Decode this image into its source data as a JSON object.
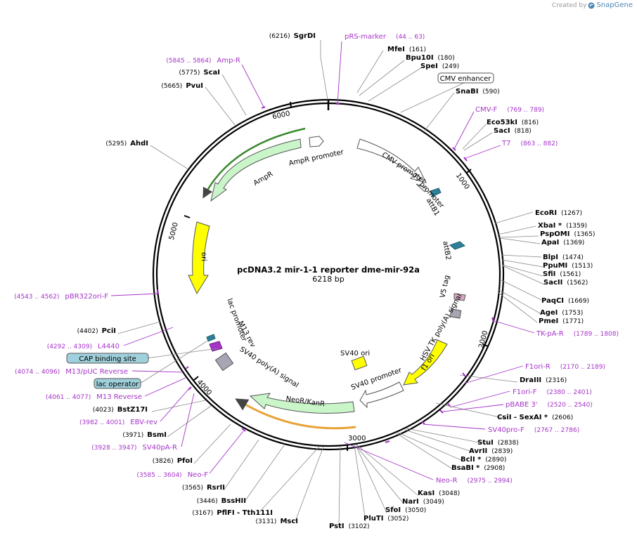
{
  "credit": {
    "prefix": "Created by",
    "brand": "SnapGene"
  },
  "plasmid": {
    "name": "pcDNA3.2 mir-1-1 reporter dme-mir-92a",
    "size": "6218 bp"
  },
  "ticks": [
    "1000",
    "2000",
    "3000",
    "4000",
    "5000",
    "6000"
  ],
  "enzymes": [
    {
      "name": "SgrDI",
      "pos": "(6216)"
    },
    {
      "name": "MfeI",
      "pos": "(161)"
    },
    {
      "name": "Bpu10I",
      "pos": "(180)"
    },
    {
      "name": "SpeI",
      "pos": "(249)"
    },
    {
      "name": "SnaBI",
      "pos": "(590)"
    },
    {
      "name": "Eco53kI",
      "pos": "(816)"
    },
    {
      "name": "SacI",
      "pos": "(818)"
    },
    {
      "name": "EcoRI",
      "pos": "(1267)"
    },
    {
      "name": "XbaI *",
      "pos": "(1359)"
    },
    {
      "name": "PspOMI",
      "pos": "(1365)"
    },
    {
      "name": "ApaI",
      "pos": "(1369)"
    },
    {
      "name": "BlpI",
      "pos": "(1474)"
    },
    {
      "name": "PpuMI",
      "pos": "(1513)"
    },
    {
      "name": "SfiI",
      "pos": "(1561)"
    },
    {
      "name": "SacII",
      "pos": "(1562)"
    },
    {
      "name": "PaqCI",
      "pos": "(1669)"
    },
    {
      "name": "AgeI",
      "pos": "(1753)"
    },
    {
      "name": "PmeI",
      "pos": "(1771)"
    },
    {
      "name": "DraIII",
      "pos": "(2316)"
    },
    {
      "name": "CsiI  - SexAI *",
      "pos": "(2606)"
    },
    {
      "name": "StuI",
      "pos": "(2838)"
    },
    {
      "name": "AvrII",
      "pos": "(2839)"
    },
    {
      "name": "BclI *",
      "pos": "(2890)"
    },
    {
      "name": "BsaBI *",
      "pos": "(2908)"
    },
    {
      "name": "KasI",
      "pos": "(3048)"
    },
    {
      "name": "NarI",
      "pos": "(3049)"
    },
    {
      "name": "SfoI",
      "pos": "(3050)"
    },
    {
      "name": "PluTI",
      "pos": "(3052)"
    },
    {
      "name": "PstI",
      "pos": "(3102)"
    },
    {
      "name": "MscI",
      "pos": "(3131)"
    },
    {
      "name": "PflFI  - Tth111I",
      "pos": "(3167)"
    },
    {
      "name": "BssHII",
      "pos": "(3446)"
    },
    {
      "name": "RsrII",
      "pos": "(3565)"
    },
    {
      "name": "PfoI",
      "pos": "(3826)"
    },
    {
      "name": "BsmI",
      "pos": "(3971)"
    },
    {
      "name": "BstZ17I",
      "pos": "(4023)"
    },
    {
      "name": "PciI",
      "pos": "(4402)"
    },
    {
      "name": "AhdI",
      "pos": "(5295)"
    },
    {
      "name": "PvuI",
      "pos": "(5665)"
    },
    {
      "name": "ScaI",
      "pos": "(5775)"
    }
  ],
  "primers": [
    {
      "name": "pRS-marker",
      "pos": "(44 .. 63)"
    },
    {
      "name": "Amp-R",
      "pos": "(5845 .. 5864)"
    },
    {
      "name": "CMV-F",
      "pos": "(769 .. 789)"
    },
    {
      "name": "T7",
      "pos": "(863 .. 882)"
    },
    {
      "name": "TK-pA-R",
      "pos": "(1789 .. 1808)"
    },
    {
      "name": "F1ori-R",
      "pos": "(2170 .. 2189)"
    },
    {
      "name": "F1ori-F",
      "pos": "(2380 .. 2401)"
    },
    {
      "name": "pBABE 3'",
      "pos": "(2520 .. 2540)"
    },
    {
      "name": "SV40pro-F",
      "pos": "(2767 .. 2786)"
    },
    {
      "name": "Neo-R",
      "pos": "(2975 .. 2994)"
    },
    {
      "name": "Neo-F",
      "pos": "(3585 .. 3604)"
    },
    {
      "name": "SV40pA-R",
      "pos": "(3928 .. 3947)"
    },
    {
      "name": "EBV-rev",
      "pos": "(3982 .. 4001)"
    },
    {
      "name": "M13 Reverse",
      "pos": "(4061 .. 4077)"
    },
    {
      "name": "M13/pUC Reverse",
      "pos": "(4074 .. 4096)"
    },
    {
      "name": "L4440",
      "pos": "(4292 .. 4309)"
    },
    {
      "name": "pBR322ori-F",
      "pos": "(4543 .. 4562)"
    }
  ],
  "boxed_features": [
    "CMV enhancer",
    "CAP binding site",
    "lac operator"
  ],
  "features": [
    "AmpR promoter",
    "AmpR",
    "CMV promoter",
    "T7 promoter",
    "attB1",
    "attB2",
    "V5 tag",
    "HSV TK poly(A) signal",
    "f1 ori",
    "SV40 ori",
    "SV40 promoter",
    "NeoR/KanR",
    "SV40 poly(A) signal",
    "M13 rev",
    "lac promoter",
    "ori"
  ],
  "colors": {
    "primer": "#a533c8",
    "backbone": "#000000",
    "amp": "#c9f5c9",
    "ori": "#ffff00",
    "attb": "#2e7f9a",
    "tag": "#d8a8c0",
    "boxed": "#9fd0dc"
  }
}
